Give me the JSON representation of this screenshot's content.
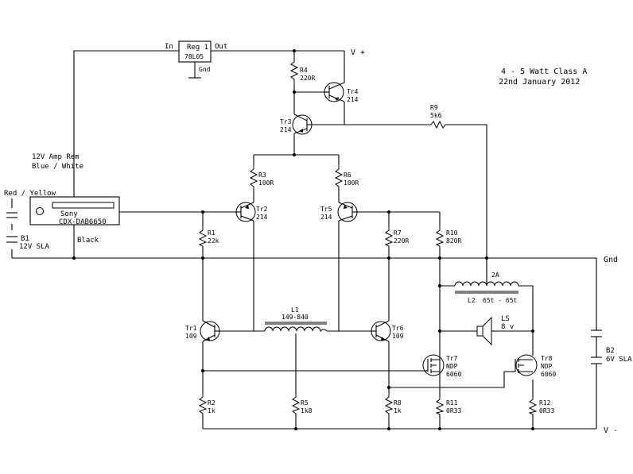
{
  "title": "4 - 5 Watt Class A",
  "date": "22nd January 2012",
  "rails": {
    "vplus": "V +",
    "vminus": "V -",
    "gnd": "Gnd"
  },
  "regulator": {
    "name": "Reg 1",
    "part": "78L05",
    "in_label": "In",
    "out_label": "Out",
    "gnd_label": "Gnd"
  },
  "head_unit": {
    "brand": "Sony",
    "model": "CDX-DAB6650",
    "remote_label": "12V Amp Rem",
    "remote_color": "Blue / White",
    "red_label": "Red / Yellow",
    "black_label": "Black"
  },
  "b1": {
    "name": "B1",
    "value": "12V SLA"
  },
  "b2": {
    "name": "B2",
    "value": "6V SLA"
  },
  "resistors": {
    "r1": {
      "name": "R1",
      "value": "22k"
    },
    "r2": {
      "name": "R2",
      "value": "1k"
    },
    "r3": {
      "name": "R3",
      "value": "100R"
    },
    "r4": {
      "name": "R4",
      "value": "220R"
    },
    "r5": {
      "name": "R5",
      "value": "1k8"
    },
    "r6": {
      "name": "R6",
      "value": "100R"
    },
    "r7": {
      "name": "R7",
      "value": "220R"
    },
    "r8": {
      "name": "R8",
      "value": "1k"
    },
    "r9": {
      "name": "R9",
      "value": "5k6"
    },
    "r10": {
      "name": "R10",
      "value": "820R"
    },
    "r11": {
      "name": "R11",
      "value": "0R33"
    },
    "r12": {
      "name": "R12",
      "value": "0R33"
    }
  },
  "transistors": {
    "tr1": {
      "name": "Tr1",
      "part": "109"
    },
    "tr2": {
      "name": "Tr2",
      "part": "214"
    },
    "tr3": {
      "name": "Tr3",
      "part": "214"
    },
    "tr4": {
      "name": "Tr4",
      "part": "214"
    },
    "tr5": {
      "name": "Tr5",
      "part": "214"
    },
    "tr6": {
      "name": "Tr6",
      "part": "109"
    },
    "tr7": {
      "name": "Tr7",
      "type": "NDP",
      "part": "6060"
    },
    "tr8": {
      "name": "Tr8",
      "type": "NDP",
      "part": "6060"
    }
  },
  "l1": {
    "name": "L1",
    "value": "149-840"
  },
  "l2": {
    "name": "L2",
    "value": "65t - 65t",
    "current": "2A"
  },
  "speaker": {
    "name": "LS",
    "value": "8 v"
  }
}
